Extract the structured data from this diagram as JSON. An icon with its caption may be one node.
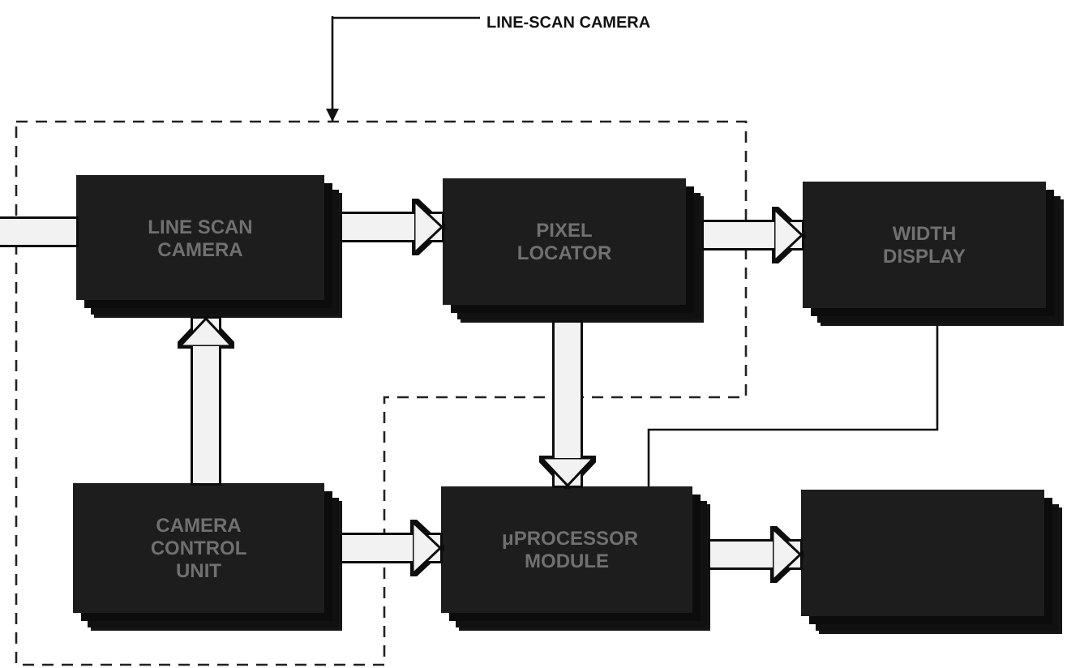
{
  "diagram": {
    "nodes": [
      {
        "text": [
          "LINE-SCAN CAMERA"
        ]
      },
      {
        "text": [],
        "shape": "box"
      },
      {
        "text": [
          "LINE SCAN CAMERA"
        ],
        "in": 1
      },
      {
        "text": [
          "PIXEL LOCATOR"
        ],
        "in": 1
      },
      {
        "text": [
          "WIDTH DISPLAY"
        ]
      },
      {
        "text": [
          "CAMERA CONTROL UNIT"
        ],
        "in": 1
      },
      {
        "text": [
          "μPROCESSOR MODULE"
        ]
      },
      {
        "text": [],
        "shape": "box"
      }
    ],
    "edges": [
      {
        "from": 0,
        "to": 1,
        "arrow": "to",
        "color": "#111111"
      },
      {
        "from": null,
        "to": 2,
        "arrow": "none"
      },
      {
        "from": 2,
        "to": 3,
        "arrow": "to"
      },
      {
        "from": 3,
        "to": 4,
        "arrow": "to"
      },
      {
        "from": 5,
        "to": 2,
        "arrow": "to"
      },
      {
        "from": 3,
        "to": 6,
        "arrow": "to"
      },
      {
        "from": 5,
        "to": 6,
        "arrow": "to"
      },
      {
        "from": 6,
        "to": 7,
        "arrow": "to"
      },
      {
        "from": 4,
        "to": 6,
        "arrow": "none",
        "color": "#111111"
      }
    ]
  }
}
